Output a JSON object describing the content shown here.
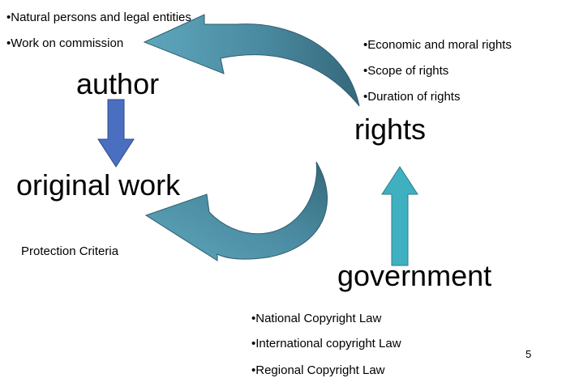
{
  "author_notes": [
    "•Natural persons and legal entities",
    "•Work on commission"
  ],
  "rights_notes": [
    "•Economic and moral rights",
    "•Scope of rights",
    "•Duration of rights"
  ],
  "government_notes": [
    "•National Copyright Law",
    "•International copyright Law",
    "•Regional Copyright Law"
  ],
  "nodes": {
    "author": "author",
    "original_work": "original work",
    "rights": "rights",
    "government": "government"
  },
  "protection_label": "Protection Criteria",
  "page_number": "5",
  "colors": {
    "cycle_arrow_light": "#5b9fb4",
    "cycle_arrow_dark": "#3f7387",
    "author_arrow": "#4a6fc0",
    "government_arrow": "#3fb0bf"
  }
}
